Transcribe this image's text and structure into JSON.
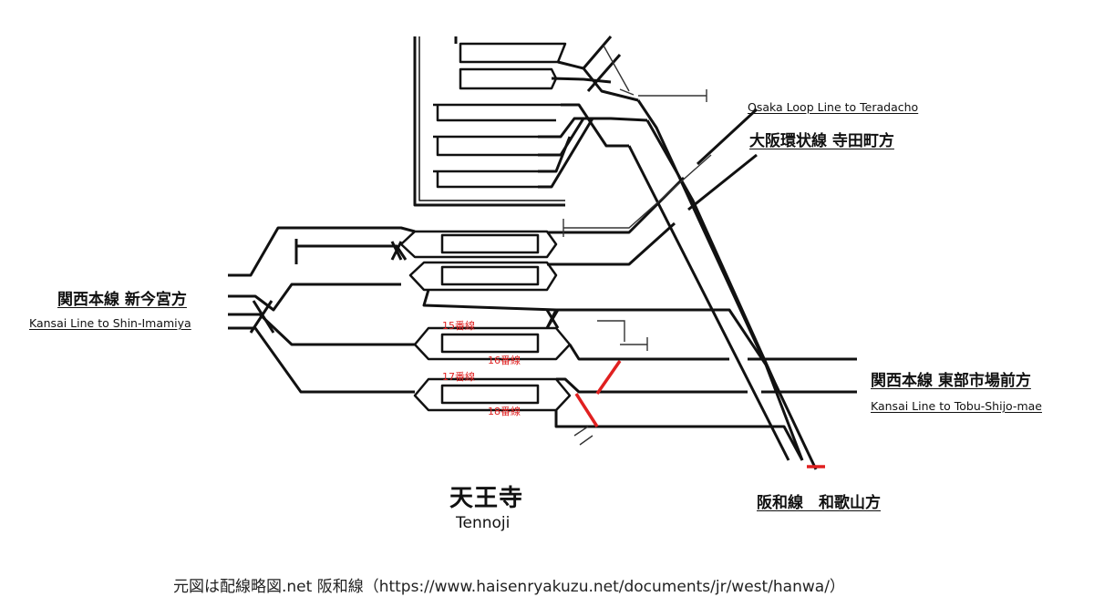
{
  "labels": {
    "loop_en": "Osaka Loop Line to Teradacho",
    "loop_jp": "大阪環状線 寺田町方",
    "kansai_west_jp": "関西本線 新今宮方",
    "kansai_west_en": "Kansai Line to Shin-Imamiya",
    "kansai_east_jp": "関西本線 東部市場前方",
    "kansai_east_en": "Kansai Line to Tobu-Shijo-mae",
    "hanwa_jp": "阪和線　和歌山方"
  },
  "tracks": {
    "t15": "15番線",
    "t16": "16番線",
    "t17": "17番線",
    "t18": "18番線"
  },
  "station": {
    "name_jp": "天王寺",
    "name_en": "Tennoji"
  },
  "credit": "元図は配線略図.net 阪和線（https://www.haisenryakuzu.net/documents/jr/west/hanwa/）",
  "colors": {
    "track": "#111111",
    "highlight": "#e02020",
    "guide": "#333333"
  }
}
